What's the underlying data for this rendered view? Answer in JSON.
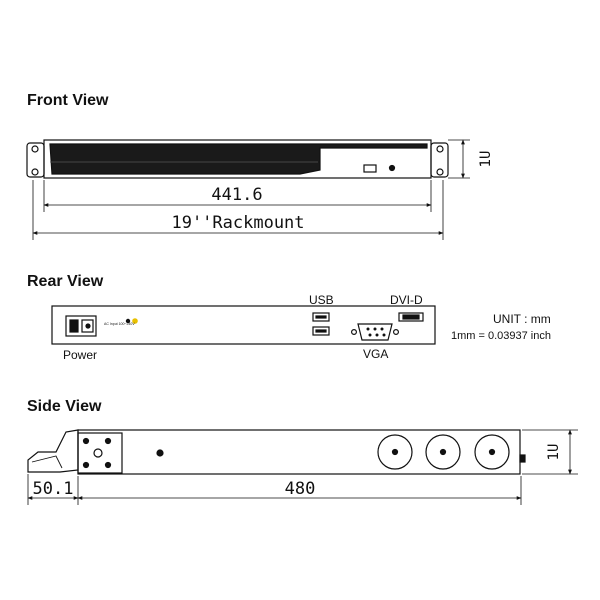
{
  "front_view": {
    "title": "Front View",
    "height_label": "1U",
    "inner_width": "441.6",
    "rack_width": "19''Rackmount"
  },
  "rear_view": {
    "title": "Rear View",
    "power_label": "Power",
    "usb_label": "USB",
    "dvi_label": "DVI-D",
    "vga_label": "VGA",
    "ac_input_text": "AC Input 100~240V"
  },
  "units": {
    "unit_label": "UNIT : mm",
    "conversion": "1mm = 0.03937 inch"
  },
  "side_view": {
    "title": "Side View",
    "height_label": "1U",
    "handle_depth": "50.1",
    "body_depth": "480"
  },
  "colors": {
    "line": "#111111",
    "screen": "#1a1a1a",
    "accent": "#e8c000"
  }
}
